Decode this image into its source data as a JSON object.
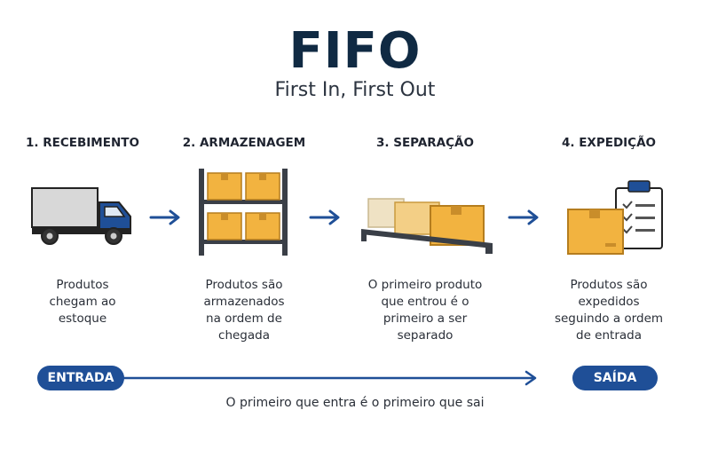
{
  "header": {
    "title": "FIFO",
    "subtitle": "First In, First Out"
  },
  "steps": [
    {
      "title": "1. RECEBIMENTO",
      "desc_lines": [
        "Produtos",
        "chegam ao",
        "estoque"
      ]
    },
    {
      "title": "2. ARMAZENAGEM",
      "desc_lines": [
        "Produtos são",
        "armazenados",
        "na ordem de",
        "chegada"
      ]
    },
    {
      "title": "3. SEPARAÇÃO",
      "desc_lines": [
        "O primeiro produto",
        "que entrou é o",
        "primeiro a ser",
        "separado"
      ]
    },
    {
      "title": "4. EXPEDIÇÃO",
      "desc_lines": [
        "Produtos são",
        "expedidos",
        "seguindo a ordem",
        "de entrada"
      ]
    }
  ],
  "flow": {
    "start_label": "ENTRADA",
    "end_label": "SAÍDA",
    "caption": "O primeiro que entra é o primeiro que sai"
  },
  "icons": [
    "truck-icon",
    "shelf-icon",
    "pallet-icon",
    "clipboard-icon",
    "arrow-right-icon"
  ],
  "colors": {
    "accent": "#1f4f97",
    "box": "#f2b340",
    "title": "#102a43"
  }
}
